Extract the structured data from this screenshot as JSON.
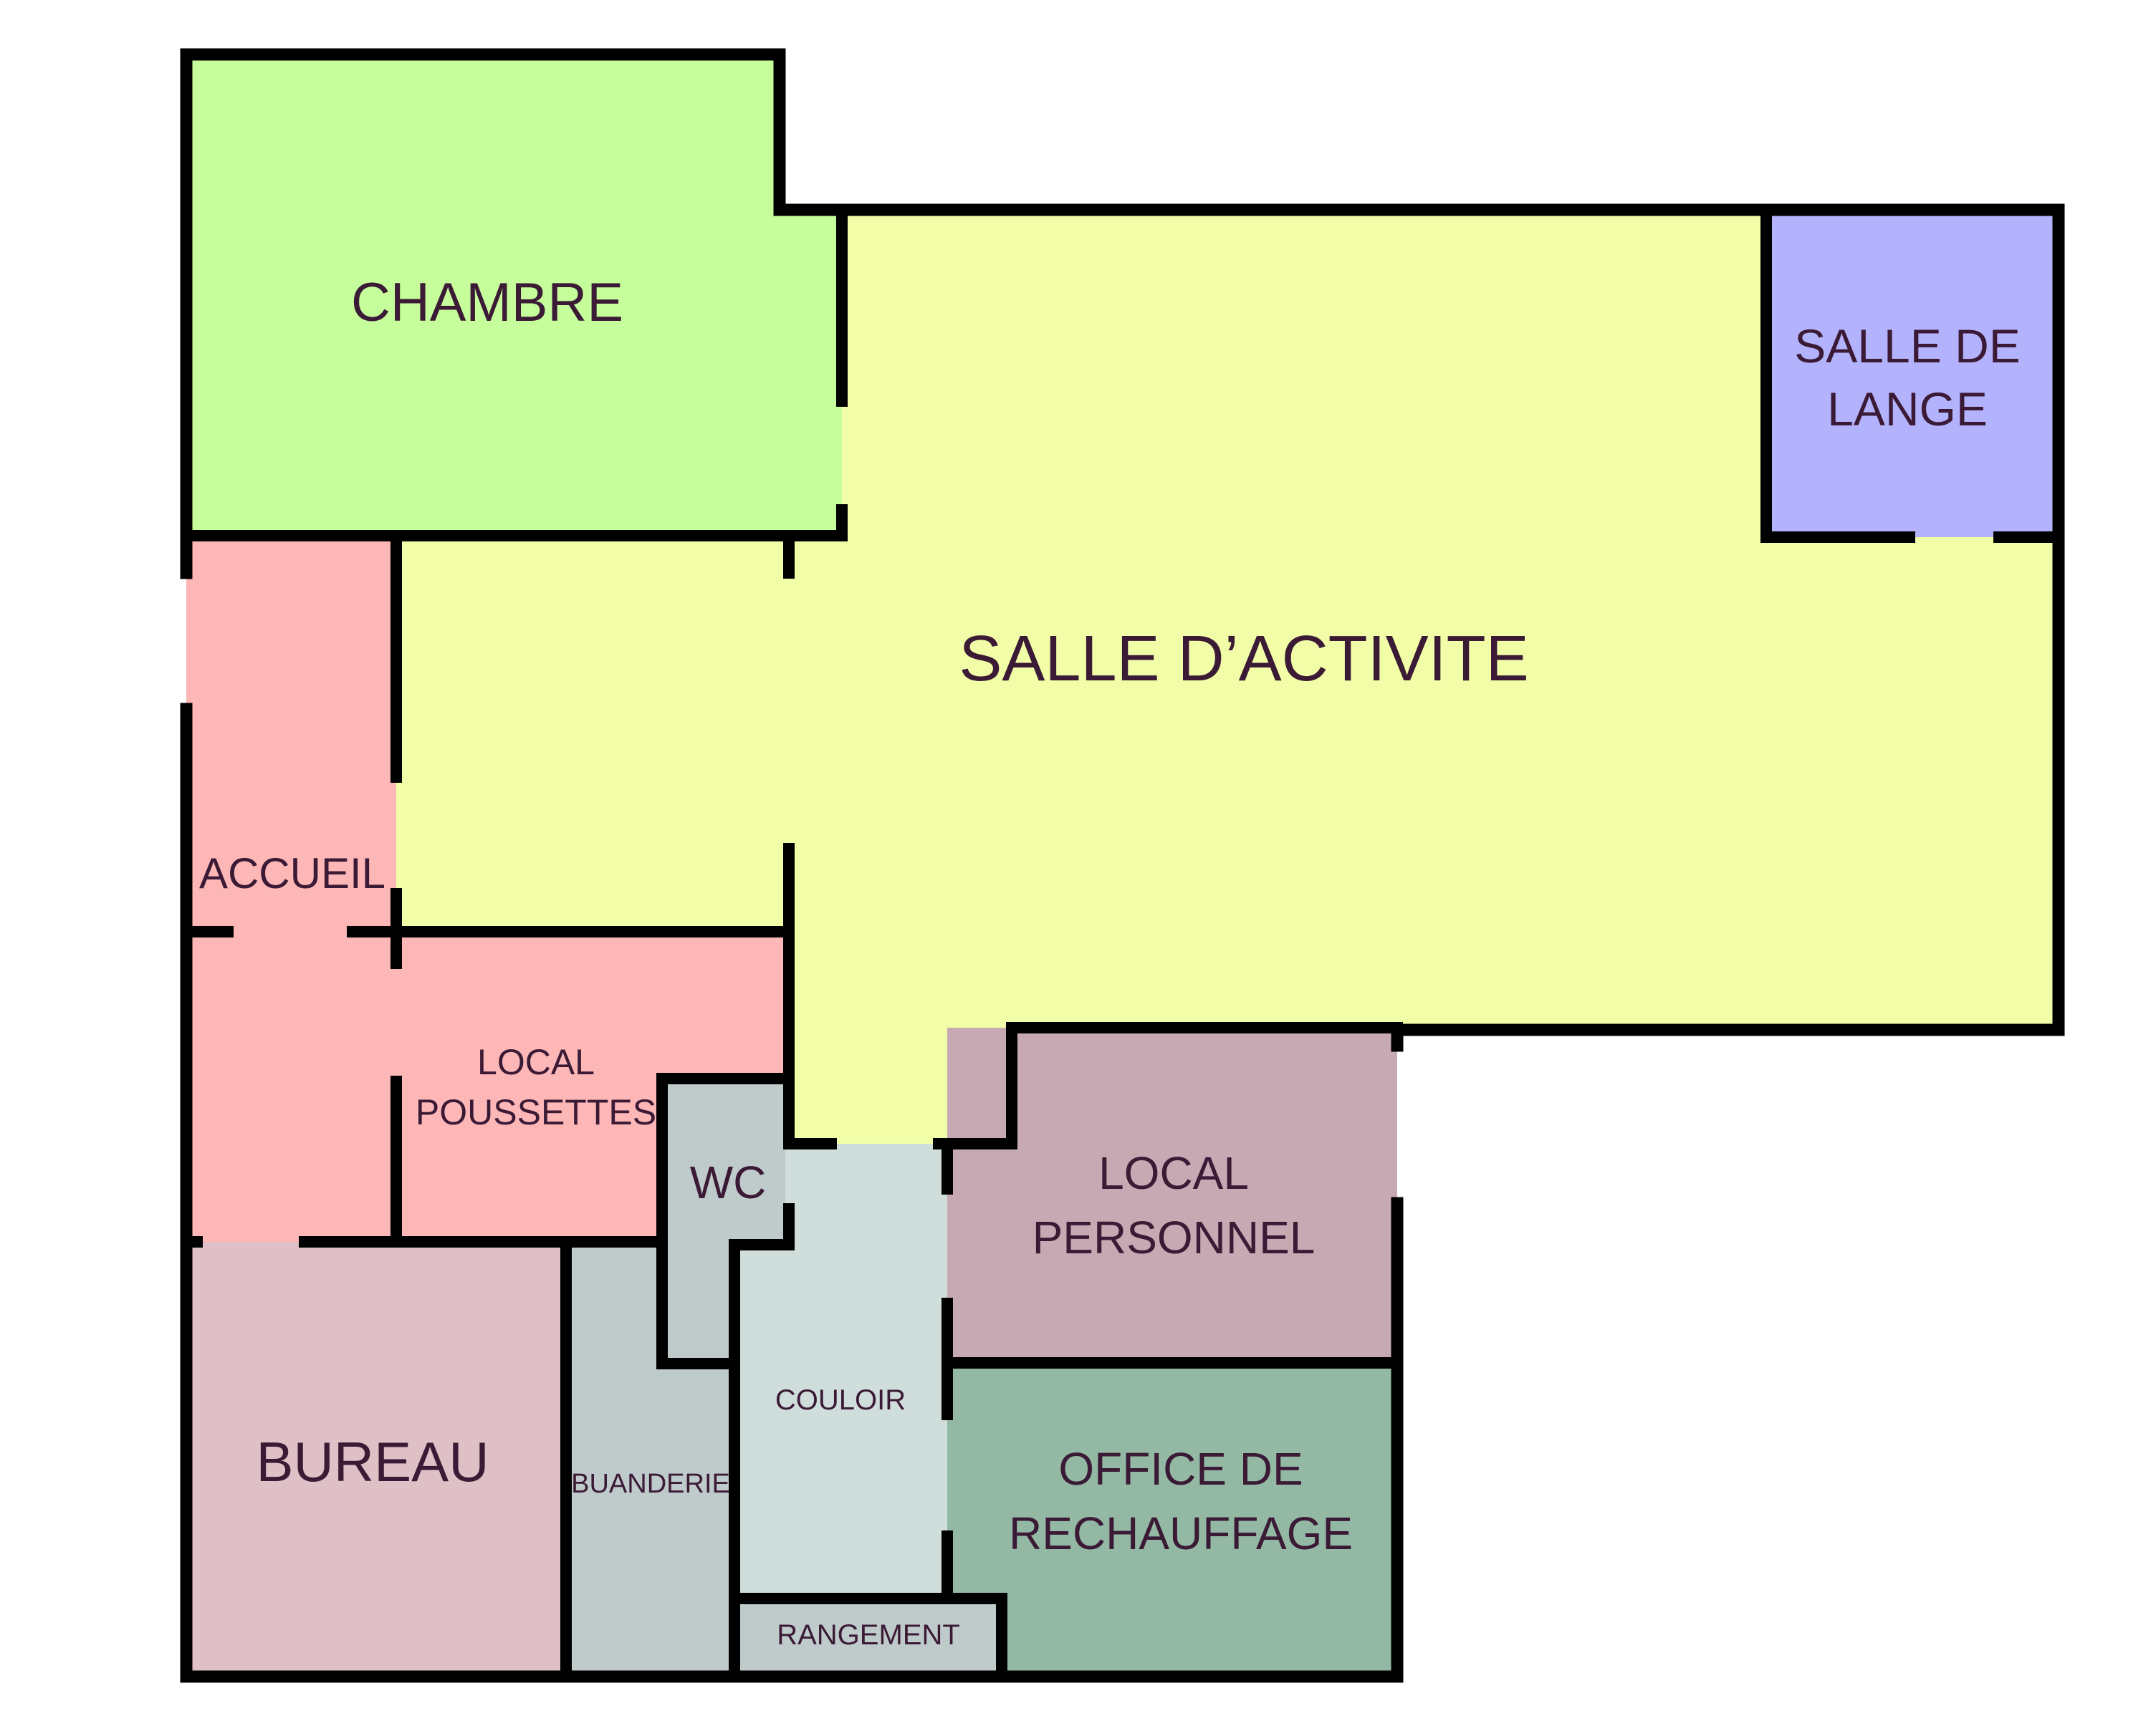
{
  "colors": {
    "chambre": "#c6fe9b",
    "activite": "#f2fea7",
    "lange": "#b3b3fd",
    "accueil": "#fdb7b7",
    "wc": "#bfcbcb",
    "couloir": "#cfdeda",
    "personnel": "#c6a9b3",
    "bureau": "#dec0c6",
    "buanderie": "#bfcbcb",
    "rangement": "#bfcbcb",
    "office": "#93b9a4",
    "wall": "#000000",
    "label": "#3b1a36"
  },
  "rooms": {
    "chambre": {
      "lines": [
        "CHAMBRE"
      ]
    },
    "activite": {
      "lines": [
        "SALLE D’ACTIVITE"
      ]
    },
    "lange": {
      "lines": [
        "SALLE DE",
        "LANGE"
      ]
    },
    "accueil": {
      "lines": [
        "ACCUEIL"
      ]
    },
    "poussettes": {
      "lines": [
        "LOCAL",
        "POUSSETTES"
      ]
    },
    "wc": {
      "lines": [
        "WC"
      ]
    },
    "personnel": {
      "lines": [
        "LOCAL",
        "PERSONNEL"
      ]
    },
    "couloir": {
      "lines": [
        "COULOIR"
      ]
    },
    "bureau": {
      "lines": [
        "BUREAU"
      ]
    },
    "buanderie": {
      "lines": [
        "BUANDERIE"
      ]
    },
    "office": {
      "lines": [
        "OFFICE DE",
        "RECHAUFFAGE"
      ]
    },
    "rangement": {
      "lines": [
        "RANGEMENT"
      ]
    }
  }
}
